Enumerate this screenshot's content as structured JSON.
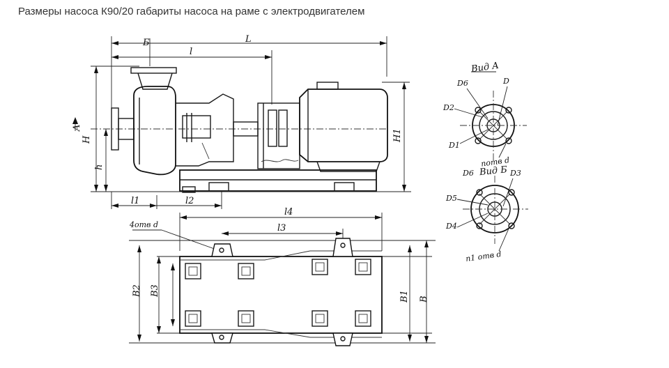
{
  "caption": "Размеры насоса К90/20 габариты  насоса  на раме с электродвигателем",
  "labels": {
    "L": "L",
    "B_top": "Б",
    "l": "l",
    "l1": "l1",
    "l2": "l2",
    "H": "H",
    "h": "h",
    "A": "A",
    "H1": "H1",
    "l3": "l3",
    "l4": "l4",
    "holes_4": "4отв d",
    "B1": "B1",
    "B2": "B2",
    "B3": "B3",
    "B": "B",
    "view_A": "Вид A",
    "view_B": "Вид Б",
    "D": "D",
    "D1": "D1",
    "D2": "D2",
    "D3": "D3",
    "D4": "D4",
    "D5": "D5",
    "D6": "D6",
    "n_holes": "nотв d",
    "n1_holes": "n1 отв d"
  }
}
